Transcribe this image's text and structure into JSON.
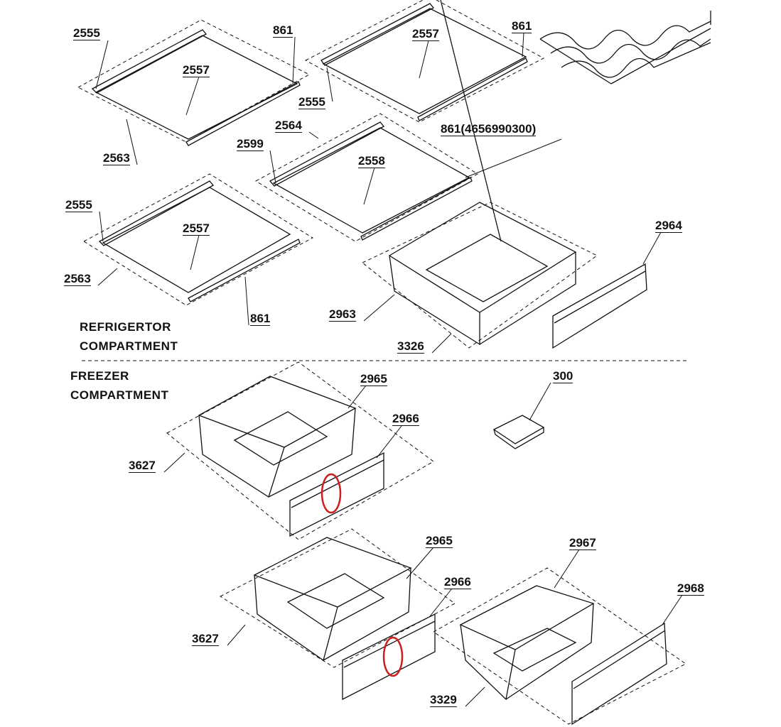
{
  "title": "Refrigerator shelves and drawers exploded parts diagram",
  "sections": {
    "refrigerator": [
      "REFRIGERTOR",
      "COMPARTMENT"
    ],
    "freezer": [
      "FREEZER",
      "COMPARTMENT"
    ]
  },
  "labels": {
    "l1": "2555",
    "l2": "861",
    "l3": "2557",
    "l4": "2557",
    "l5": "861",
    "l6": "2555",
    "l7": "2564",
    "l8": "861(4656990300)",
    "l9": "2599",
    "l10": "2558",
    "l11": "2563",
    "l12": "2555",
    "l13": "2557",
    "l14": "2964",
    "l15": "2563",
    "l16": "2963",
    "l17": "861",
    "l18": "3326",
    "l19": "2965",
    "l20": "300",
    "l21": "2966",
    "l22": "3627",
    "l23": "2965",
    "l24": "2967",
    "l25": "2966",
    "l26": "2968",
    "l27": "3627",
    "l28": "3329"
  },
  "colors": {
    "line": "#111111",
    "highlight": "#cc1f1f"
  }
}
